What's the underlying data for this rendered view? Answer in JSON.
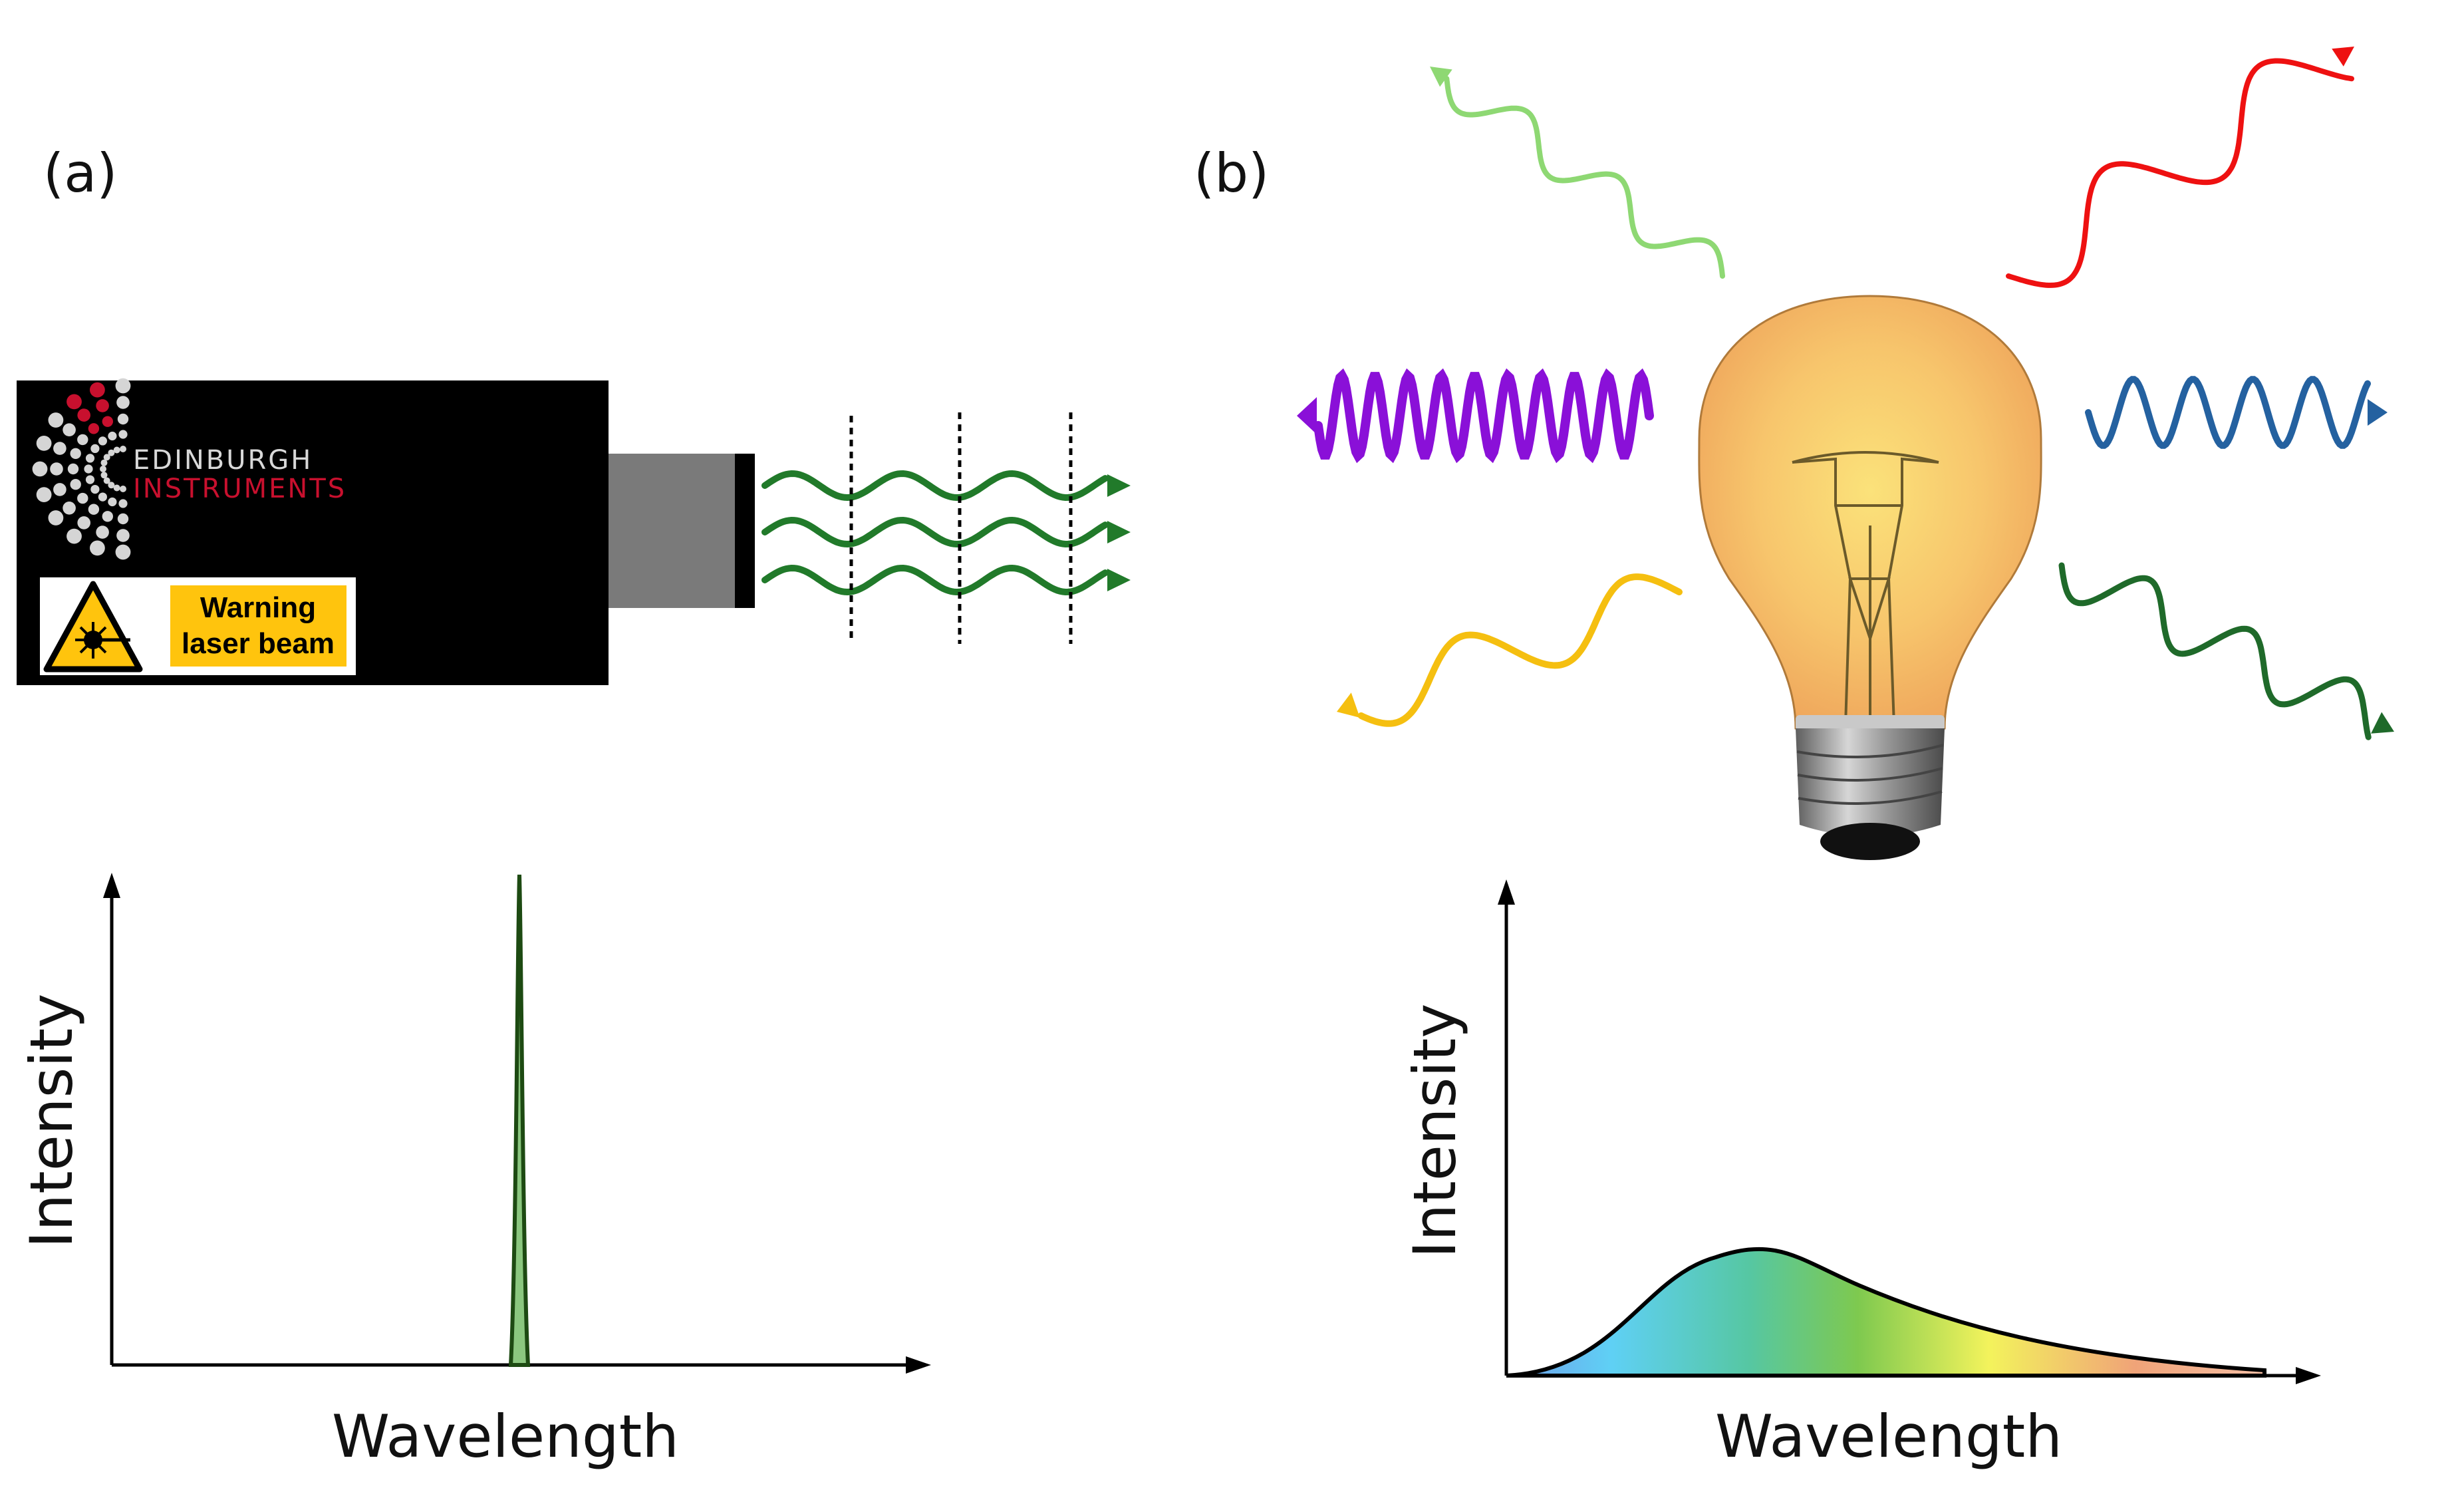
{
  "panels": {
    "a": {
      "label": "(a)",
      "laser": {
        "brand_line1": "EDINBURGH",
        "brand_line2": "INSTRUMENTS",
        "warning_line1": "Warning",
        "warning_line2": "laser beam",
        "beam_color": "#217a2a",
        "body_color": "#000000",
        "brand_accent": "#c8102e",
        "warning_color": "#ffc40d"
      },
      "spectrum": {
        "xlabel": "Wavelength",
        "ylabel": "Intensity",
        "peak_color": "#8bc77f"
      }
    },
    "b": {
      "label": "(b)",
      "bulb": {
        "glass_color": "#f5b764",
        "base_color": "#8a8a8a"
      },
      "photon_colors": [
        "#8ed873",
        "#ee1111",
        "#8a10d8",
        "#2461a0",
        "#f5bf10",
        "#1f6a2a"
      ],
      "spectrum": {
        "xlabel": "Wavelength",
        "ylabel": "Intensity",
        "gradient": [
          "#6f9be8",
          "#5fd0f5",
          "#56c7a2",
          "#7ec94f",
          "#f3f35c",
          "#f0a378"
        ]
      }
    }
  }
}
